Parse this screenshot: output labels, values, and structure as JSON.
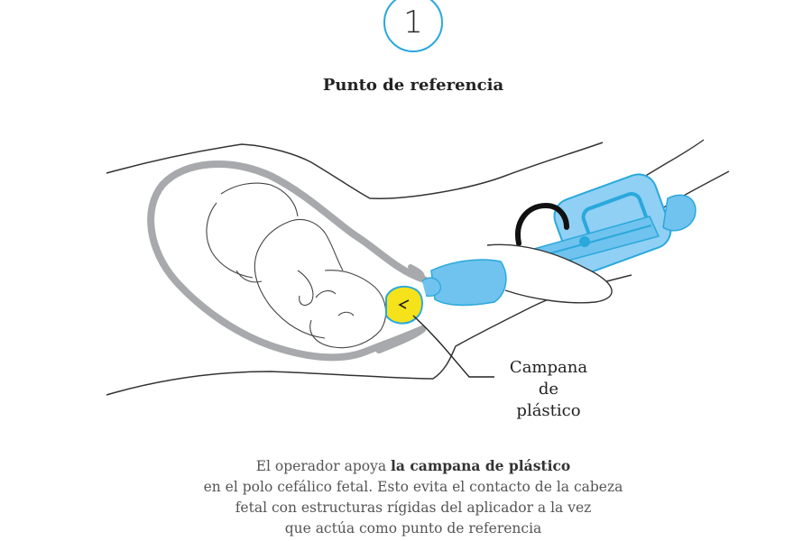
{
  "step": {
    "number": "1",
    "accent_color": "#2aa8dc"
  },
  "title": "Punto de referencia",
  "callout": {
    "line1": "Campana",
    "line2": "de plástico"
  },
  "caption": {
    "line1_pre": "El operador apoya ",
    "line1_bold": "la campana de plástico",
    "line2": "en el polo cefálico fetal. Esto evita el contacto de la cabeza",
    "line3": "fetal con estructuras rígidas del aplicador a la vez",
    "line4": "que actúa como punto de referencia"
  },
  "colors": {
    "bell": "#f5e21b",
    "glove": "#6fc3ee",
    "device": "#8fd0f4",
    "device_dark": "#2aa8dc",
    "uterus": "#a7a9ac",
    "outline": "#333333"
  }
}
